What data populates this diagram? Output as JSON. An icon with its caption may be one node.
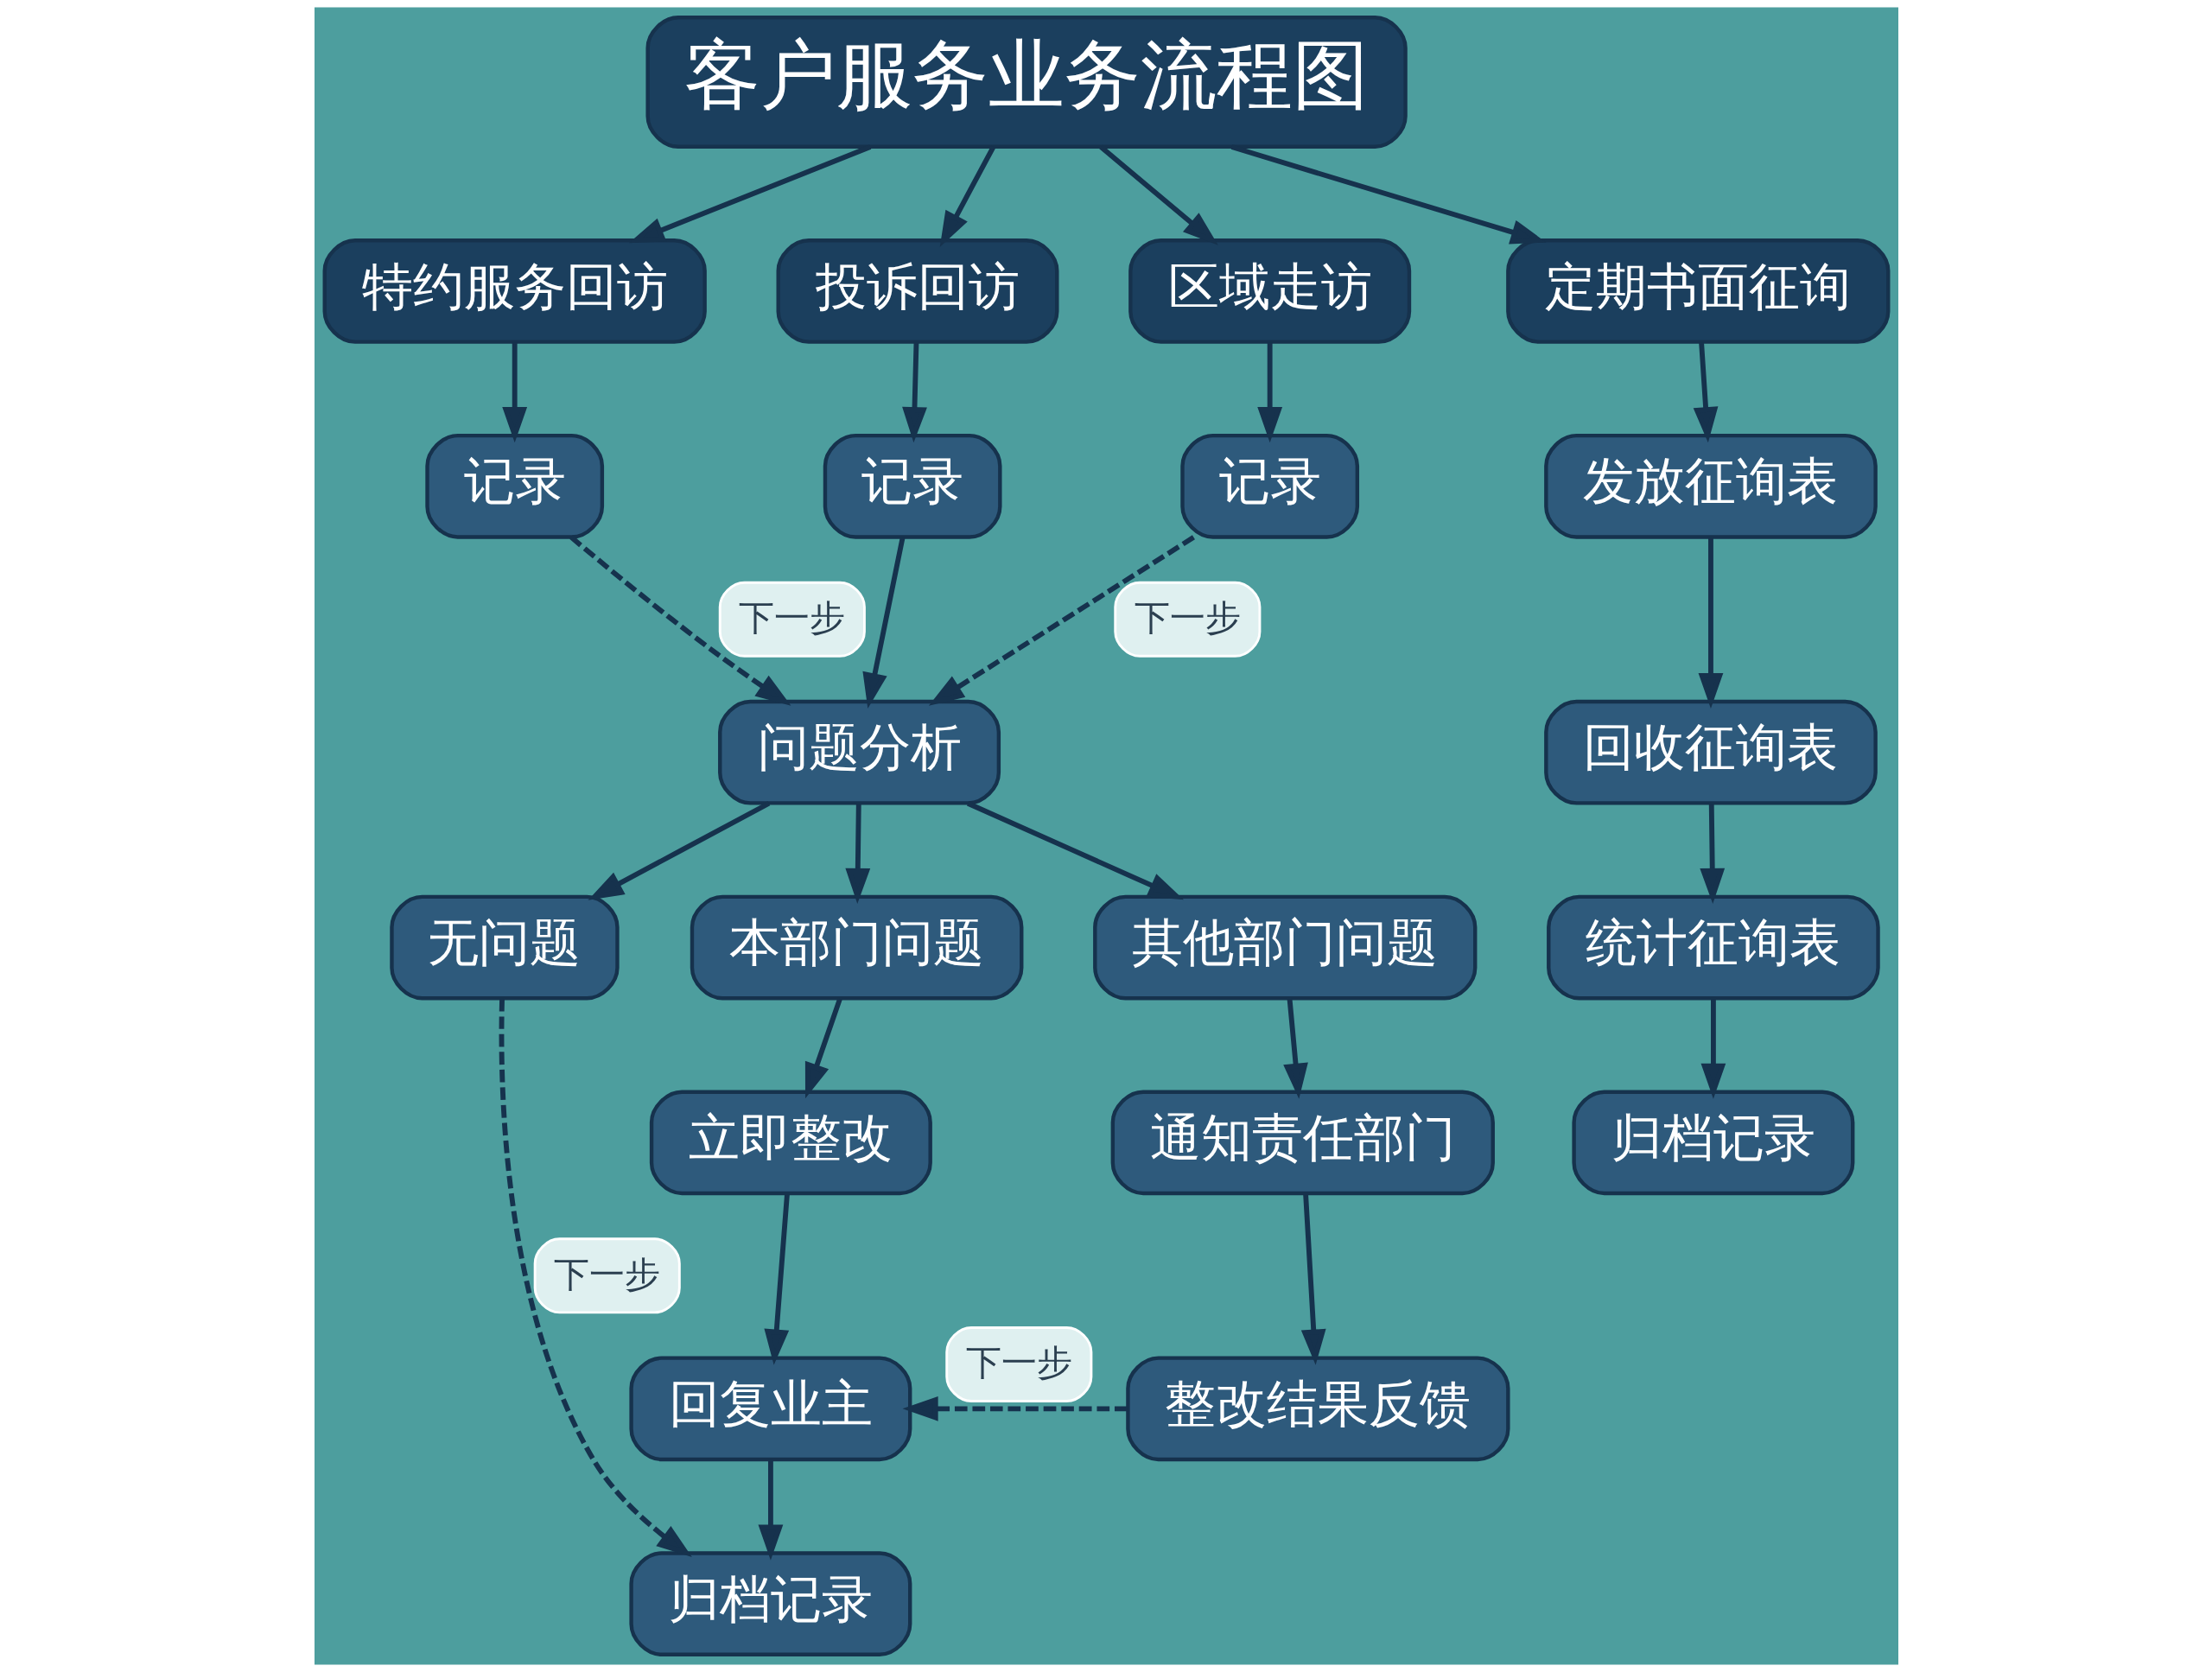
{
  "diagram": {
    "nodes": [
      {
        "text": [
          "客户服务业务流程图"
        ]
      },
      {
        "text": [
          "特约服务回访"
        ]
      },
      {
        "text": [
          "投诉回访"
        ]
      },
      {
        "text": [
          "区域走访"
        ]
      },
      {
        "text": [
          "定期书面征询"
        ]
      },
      {
        "text": [
          "记录"
        ]
      },
      {
        "text": [
          "记录"
        ]
      },
      {
        "text": [
          "记录"
        ]
      },
      {
        "text": [
          "发放征询表"
        ]
      },
      {
        "text": [
          "问题分析"
        ]
      },
      {
        "text": [
          "回收征询表"
        ]
      },
      {
        "text": [
          "无问题"
        ]
      },
      {
        "text": [
          "本部门问题"
        ]
      },
      {
        "text": [
          "其他部门问题"
        ]
      },
      {
        "text": [
          "统计征询表"
        ]
      },
      {
        "text": [
          "立即整改"
        ]
      },
      {
        "text": [
          "通知责任部门"
        ]
      },
      {
        "text": [
          "归档记录"
        ]
      },
      {
        "text": [
          "回复业主"
        ]
      },
      {
        "text": [
          "整改结果反馈"
        ]
      },
      {
        "text": [
          "归档记录"
        ]
      }
    ],
    "edges": [
      {
        "from": 0,
        "to": 1,
        "arrow": "to"
      },
      {
        "from": 0,
        "to": 2,
        "arrow": "to"
      },
      {
        "from": 0,
        "to": 3,
        "arrow": "to"
      },
      {
        "from": 0,
        "to": 4,
        "arrow": "to"
      },
      {
        "from": 1,
        "to": 5,
        "arrow": "to"
      },
      {
        "from": 2,
        "to": 6,
        "arrow": "to"
      },
      {
        "from": 3,
        "to": 7,
        "arrow": "to"
      },
      {
        "from": 4,
        "to": 8,
        "arrow": "to"
      },
      {
        "from": 5,
        "to": 9,
        "arrow": "to",
        "label": "下一步",
        "style": "dashed"
      },
      {
        "from": 6,
        "to": 9,
        "arrow": "to"
      },
      {
        "from": 7,
        "to": 9,
        "arrow": "to",
        "label": "下一步",
        "style": "dashed"
      },
      {
        "from": 8,
        "to": 10,
        "arrow": "to"
      },
      {
        "from": 10,
        "to": 14,
        "arrow": "to"
      },
      {
        "from": 14,
        "to": 17,
        "arrow": "to"
      },
      {
        "from": 9,
        "to": 11,
        "arrow": "to"
      },
      {
        "from": 9,
        "to": 12,
        "arrow": "to"
      },
      {
        "from": 9,
        "to": 13,
        "arrow": "to"
      },
      {
        "from": 11,
        "to": 20,
        "arrow": "to",
        "label": "下一步",
        "style": "dashed"
      },
      {
        "from": 12,
        "to": 15,
        "arrow": "to"
      },
      {
        "from": 15,
        "to": 18,
        "arrow": "to"
      },
      {
        "from": 18,
        "to": 20,
        "arrow": "to"
      },
      {
        "from": 13,
        "to": 16,
        "arrow": "to"
      },
      {
        "from": 16,
        "to": 19,
        "arrow": "to"
      },
      {
        "from": 19,
        "to": 18,
        "arrow": "to",
        "label": "下一步",
        "style": "dashed"
      }
    ]
  }
}
